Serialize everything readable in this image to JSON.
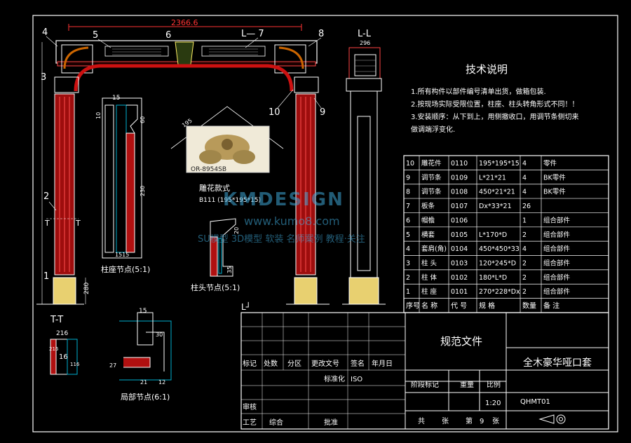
{
  "dimensions": {
    "top_width": "2366.6",
    "ll_top": "296",
    "sec_top": "15",
    "sec_w": "10",
    "sec_h1": "60",
    "sec_h2": "230",
    "sec_bottom": "1515",
    "cap_side": "195",
    "cap_w": "20",
    "cap_h": "35",
    "base_h": "280",
    "tt_top": "216",
    "tt_v1": "216",
    "tt_v2": "16",
    "tt_v3": "116",
    "pt_top": "15",
    "pt_a": "30",
    "pt_b": "27",
    "pt_c": "21",
    "pt_d": "12"
  },
  "labels": {
    "n1": "1",
    "n2": "2",
    "n3": "3",
    "n4": "4",
    "n5": "5",
    "n6": "6",
    "n7": "L— 7",
    "n8": "8",
    "n9": "9",
    "n10": "10",
    "ll": "L-L",
    "tt": "T-T",
    "t_left": "T",
    "t_right": "T",
    "l_bottom": "L┘"
  },
  "captions": {
    "column_node": "柱座节点(5:1)",
    "capital_node": "柱头节点(5:1)",
    "partial_node": "局部节点(6:1)",
    "carving_title": "雕花款式",
    "carving_model": "OR-8954SB",
    "carving_spec": "B111 (195*195*15)"
  },
  "tech_notes": {
    "title": "技术说明",
    "lines": [
      "1.所有构件以部件编号清单出货，做箱包装.",
      "2.按现场实际受限位置，柱座、柱头转角形式不同！！",
      "3.安装顺序：从下到上，用侧撤收口，用调节条侧切来",
      "   做调端浮变化."
    ]
  },
  "parts_table": {
    "headers": [
      "序号",
      "名 称",
      "代 号",
      "规  格",
      "数量",
      "备      注"
    ],
    "rows": [
      [
        "10",
        "雕花件",
        "0110",
        "195*195*15",
        "4",
        "零件"
      ],
      [
        "9",
        "调节条",
        "0109",
        "L*21*21",
        "4",
        "BK零件"
      ],
      [
        "8",
        "调节条",
        "0108",
        "450*21*21",
        "4",
        "BK零件"
      ],
      [
        "7",
        "板条",
        "0107",
        "Dx*33*21",
        "26",
        ""
      ],
      [
        "6",
        "帽檐",
        "0106",
        "",
        "1",
        "组合部件"
      ],
      [
        "5",
        "横套",
        "0105",
        "L*170*D",
        "2",
        "组合部件"
      ],
      [
        "4",
        "套肩(角)",
        "0104",
        "450*450*33",
        "4",
        "组合部件"
      ],
      [
        "3",
        "柱 头",
        "0103",
        "120*245*D",
        "2",
        "组合部件"
      ],
      [
        "2",
        "柱 体",
        "0102",
        "180*L*D",
        "2",
        "组合部件"
      ],
      [
        "1",
        "柱 座",
        "0101",
        "270*228*Dx",
        "2",
        "组合部件"
      ]
    ]
  },
  "title_block": {
    "doc_type": "规范文件",
    "project": "全木豪华哑口套",
    "code": "QHMT01",
    "scale_label": "比例",
    "scale": "1:20",
    "weight_label": "重量",
    "stage_label": "阶段标记",
    "std_label": "标准化",
    "std_value": "ISO",
    "row1": [
      "标记",
      "处数",
      "分区",
      "更改文号",
      "签名",
      "年月日"
    ],
    "review": "审核",
    "process": "工艺",
    "combined": "综合",
    "approve": "批准",
    "sheets_total": "共",
    "sheets_unit": "张",
    "sheet_no_label": "第",
    "sheet_no": "9",
    "sheet_unit2": "张"
  },
  "watermark": {
    "brand": "KMDESIGN",
    "url": "www.kumo8.com",
    "tagline": "SU模型 3D模型 软装 名师案例 教程·关注"
  },
  "colors": {
    "background": "#000000",
    "frame": "#ffffff",
    "column": "#cc1111",
    "base": "#ffee88",
    "accent": "#00e5ff",
    "table": "#ffffff"
  }
}
